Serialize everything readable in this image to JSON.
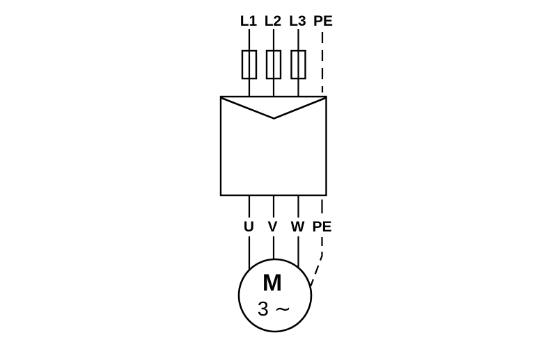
{
  "palette": {
    "ink": "#000000",
    "background": "#ffffff"
  },
  "supply": {
    "terminals": [
      {
        "label": "L1"
      },
      {
        "label": "L2"
      },
      {
        "label": "L3"
      },
      {
        "label": "PE"
      }
    ]
  },
  "motor_connection": {
    "terminals": [
      {
        "label": "U"
      },
      {
        "label": "V"
      },
      {
        "label": "W"
      },
      {
        "label": "PE"
      }
    ]
  },
  "motor": {
    "designation": "M",
    "phase_label": "3 ∼"
  },
  "symbols": {
    "fuse": "fuse-rect-symbol",
    "controller": "chevron-box-symbol",
    "motor": "three-phase-motor-circle",
    "protective_earth_line_style": "dashed"
  }
}
